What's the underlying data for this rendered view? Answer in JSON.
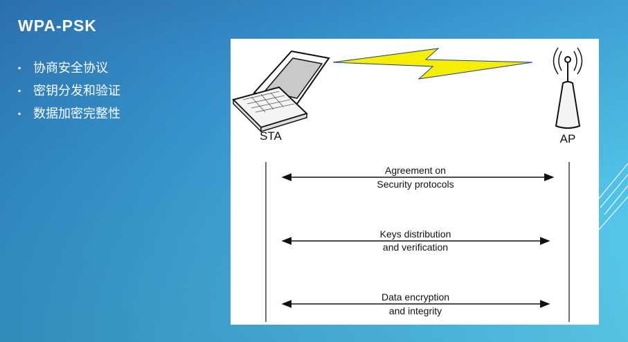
{
  "slide": {
    "title": "WPA-PSK",
    "bullets": [
      "协商安全协议",
      "密钥分发和验证",
      "数据加密完整性"
    ]
  },
  "diagram": {
    "sta_label": "STA",
    "ap_label": "AP",
    "messages": [
      {
        "line1": "Agreement on",
        "line2": "Security protocols"
      },
      {
        "line1": "Keys distribution",
        "line2": "and verification"
      },
      {
        "line1": "Data encryption",
        "line2": "and integrity"
      }
    ]
  },
  "icons": [
    "laptop-icon",
    "lightning-icon",
    "antenna-icon"
  ],
  "colors": {
    "lightning": "#f5ee00",
    "text": "#111111"
  }
}
